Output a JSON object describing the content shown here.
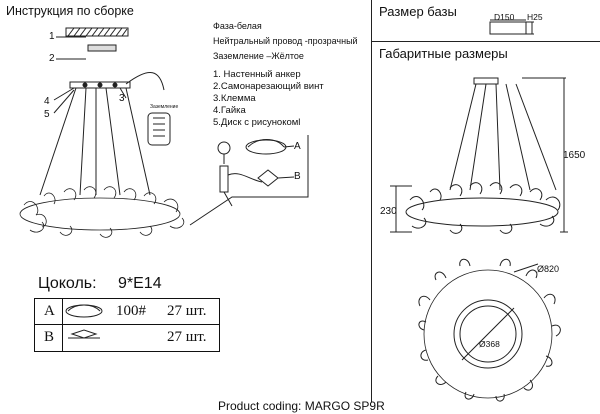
{
  "sheet": {
    "assembly_title": "Инструкция по сборке",
    "base_size_title": "Размер базы",
    "overall_title": "Габаритные размеры",
    "product_coding": "Product coding: MARGO SP9R"
  },
  "wiring": {
    "phase": "Фаза-белая",
    "neutral": "Нейтральный провод -прозрачный",
    "ground": "Заземление –Жёлтое"
  },
  "parts": [
    "1. Настенный анкер",
    "2.Самонарезающий винт",
    "3.Клемма",
    "4.Гайка",
    "5.Диск с рисунокомl"
  ],
  "callouts": {
    "n1": "1",
    "n2": "2",
    "n3": "3",
    "n4": "4",
    "n5": "5",
    "a": "A",
    "b": "B",
    "ground_tag": "Заземление"
  },
  "base_dims": {
    "diameter": "D150",
    "height": "H25"
  },
  "overall_dims": {
    "height": "1650",
    "body_height": "230",
    "outer_d": "Ø820",
    "inner_d": "Ø368"
  },
  "socket": {
    "label": "Цоколь:",
    "value": "9*E14"
  },
  "accessory_table": [
    {
      "letter": "A",
      "code": "100#",
      "qty": "27 шт."
    },
    {
      "letter": "B",
      "code": "",
      "qty": "27 шт."
    }
  ]
}
